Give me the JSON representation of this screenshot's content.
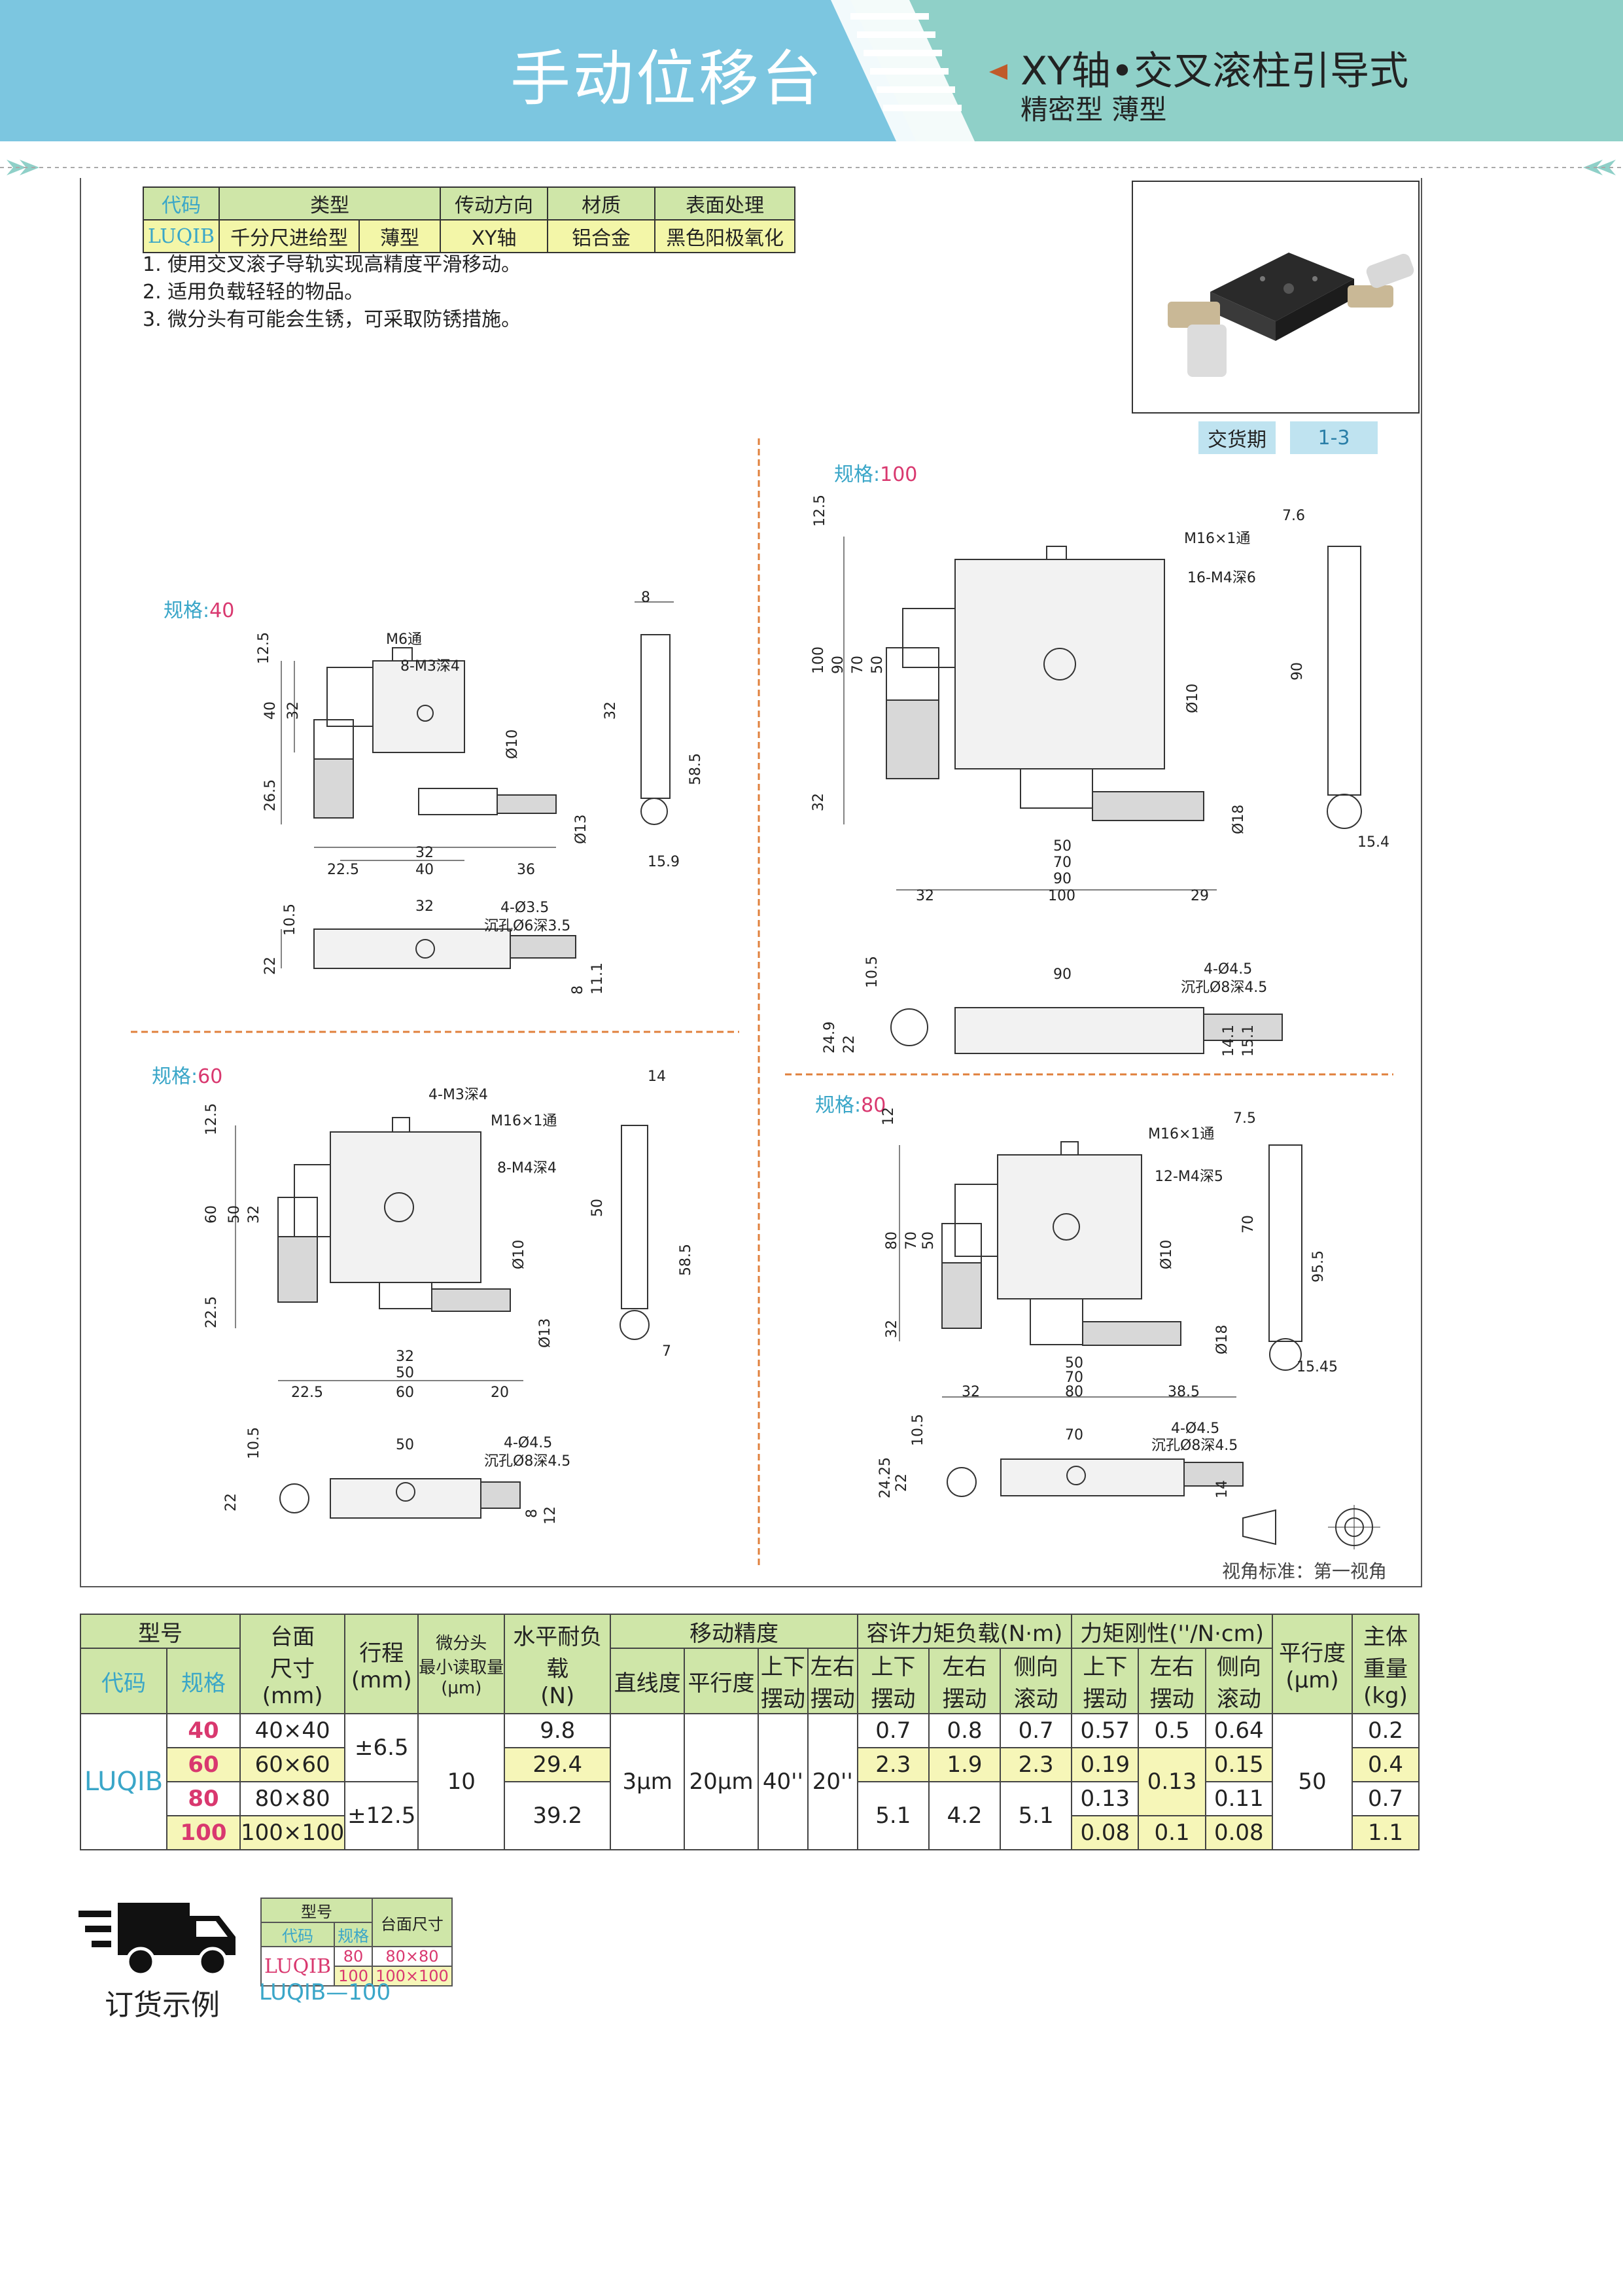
{
  "header": {
    "title": "手动位移台",
    "subtitle": "XY轴•交叉滚柱引导式",
    "subtitle2": "精密型  薄型"
  },
  "info_table": {
    "headers": [
      "代码",
      "类型",
      "传动方向",
      "材质",
      "表面处理"
    ],
    "values": [
      "LUQIB",
      "千分尺进给型",
      "薄型",
      "XY轴",
      "铝合金",
      "黑色阳极氧化"
    ]
  },
  "notes": [
    "1. 使用交叉滚子导轨实现高精度平滑移动。",
    "2. 适用负载轻轻的物品。",
    "3. 微分头有可能会生锈，可采取防锈措施。"
  ],
  "delivery": {
    "label": "交货期",
    "value": "1-3"
  },
  "drawings": {
    "spec_prefix": "规格:",
    "specs": [
      "40",
      "100",
      "60",
      "80"
    ],
    "projection_label": "视角标准：第一视角",
    "d40": {
      "M6": "M6通",
      "holes": "8-M3深4",
      "side": "8",
      "h125": "12.5",
      "h40": "40",
      "h32": "32",
      "h265": "26.5",
      "d10": "Ø10",
      "d13": "Ø13",
      "b225": "22.5",
      "b32": "32",
      "b40": "40",
      "b36": "36",
      "s32": "32",
      "s585": "58.5",
      "s159": "15.9",
      "f105": "10.5",
      "f22": "22",
      "f32": "32",
      "f8": "8",
      "f111": "11.1",
      "fh1": "4-Ø3.5",
      "fh2": "沉孔Ø6深3.5"
    },
    "d100": {
      "m16": "M16×1通",
      "holes": "16-M4深6",
      "h125": "12.5",
      "h100": "100",
      "h90": "90",
      "h70": "70",
      "h50": "50",
      "h32": "32",
      "d10": "Ø10",
      "d18": "Ø18",
      "b50": "50",
      "b70": "70",
      "b90": "90",
      "b100": "100",
      "b32": "32",
      "b29": "29",
      "s76": "7.6",
      "s90": "90",
      "s154": "15.4",
      "f105": "10.5",
      "f249": "24.9",
      "f22": "22",
      "f90": "90",
      "f141": "14.1",
      "f151": "15.1",
      "fh1": "4-Ø4.5",
      "fh2": "沉孔Ø8深4.5"
    },
    "d60": {
      "holes1": "4-M3深4",
      "m16": "M16×1通",
      "holes2": "8-M4深4",
      "h125": "12.5",
      "h60": "60",
      "h50": "50",
      "h32": "32",
      "h225": "22.5",
      "d10": "Ø10",
      "d13": "Ø13",
      "b32": "32",
      "b50": "50",
      "b60": "60",
      "b225": "22.5",
      "b20": "20",
      "s14": "14",
      "s50": "50",
      "s585": "58.5",
      "s7": "7",
      "f105": "10.5",
      "f22": "22",
      "f50": "50",
      "f8": "8",
      "f12": "12",
      "fh1": "4-Ø4.5",
      "fh2": "沉孔Ø8深4.5"
    },
    "d80": {
      "m16": "M16×1通",
      "holes": "12-M4深5",
      "h125": "12.5",
      "h80": "80",
      "h70": "70",
      "h50": "50",
      "h32": "32",
      "d10": "Ø10",
      "d18": "Ø18",
      "b50": "50",
      "b70": "70",
      "b80": "80",
      "b32": "32",
      "b385": "38.5",
      "s75": "7.5",
      "s70": "70",
      "s955": "95.5",
      "s1545": "15.45",
      "f105": "10.5",
      "f2425": "24.25",
      "f22": "22",
      "f70": "70",
      "f14": "14",
      "fh1": "4-Ø4.5",
      "fh2": "沉孔Ø8深4.5"
    }
  },
  "main_table": {
    "h_model": "型号",
    "h_code": "代码",
    "h_spec": "规格",
    "h_size": "台面\n尺寸\n(mm)",
    "h_stroke": "行程\n(mm)",
    "h_micro": "微分头\n最小读取量\n(μm)",
    "h_load": "水平耐负载\n(N)",
    "h_accuracy": "移动精度",
    "h_straight": "直线度",
    "h_parallel": "平行度",
    "h_pitch": "上下\n摆动",
    "h_yaw": "左右\n摆动",
    "h_moment": "容许力矩负载(N·m)",
    "h_m_pitch": "上下\n摆动",
    "h_m_yaw": "左右\n摆动",
    "h_m_roll": "侧向\n滚动",
    "h_rigidity": "力矩刚性(''/N·cm)",
    "h_r_pitch": "上下\n摆动",
    "h_r_yaw": "左右\n摆动",
    "h_r_roll": "侧向\n滚动",
    "h_parallelism": "平行度\n(μm)",
    "h_weight": "主体\n重量\n(kg)",
    "code": "LUQIB",
    "specs": [
      "40",
      "60",
      "80",
      "100"
    ],
    "sizes": [
      "40×40",
      "60×60",
      "80×80",
      "100×100"
    ],
    "strokes": [
      "±6.5",
      "±12.5"
    ],
    "micro": "10",
    "loads": [
      "9.8",
      "29.4",
      "39.2"
    ],
    "straightness": "3μm",
    "parallel": "20μm",
    "pitch": "40''",
    "yaw": "20''",
    "m_pitch": [
      "0.7",
      "2.3",
      "5.1"
    ],
    "m_yaw": [
      "0.8",
      "1.9",
      "4.2"
    ],
    "m_roll": [
      "0.7",
      "2.3",
      "5.1"
    ],
    "r_pitch": [
      "0.57",
      "0.19",
      "0.13",
      "0.08"
    ],
    "r_yaw": [
      "0.5",
      "0.13",
      "0.1"
    ],
    "r_roll": [
      "0.64",
      "0.15",
      "0.11",
      "0.08"
    ],
    "parallelism": "50",
    "weights": [
      "0.2",
      "0.4",
      "0.7",
      "1.1"
    ]
  },
  "order": {
    "label": "订货示例",
    "h_model": "型号",
    "h_code": "代码",
    "h_spec": "规格",
    "h_size": "台面尺寸",
    "code": "LUQIB",
    "specs": [
      "80",
      "100"
    ],
    "sizes": [
      "80×80",
      "100×100"
    ],
    "example": "LUQIB—100"
  }
}
